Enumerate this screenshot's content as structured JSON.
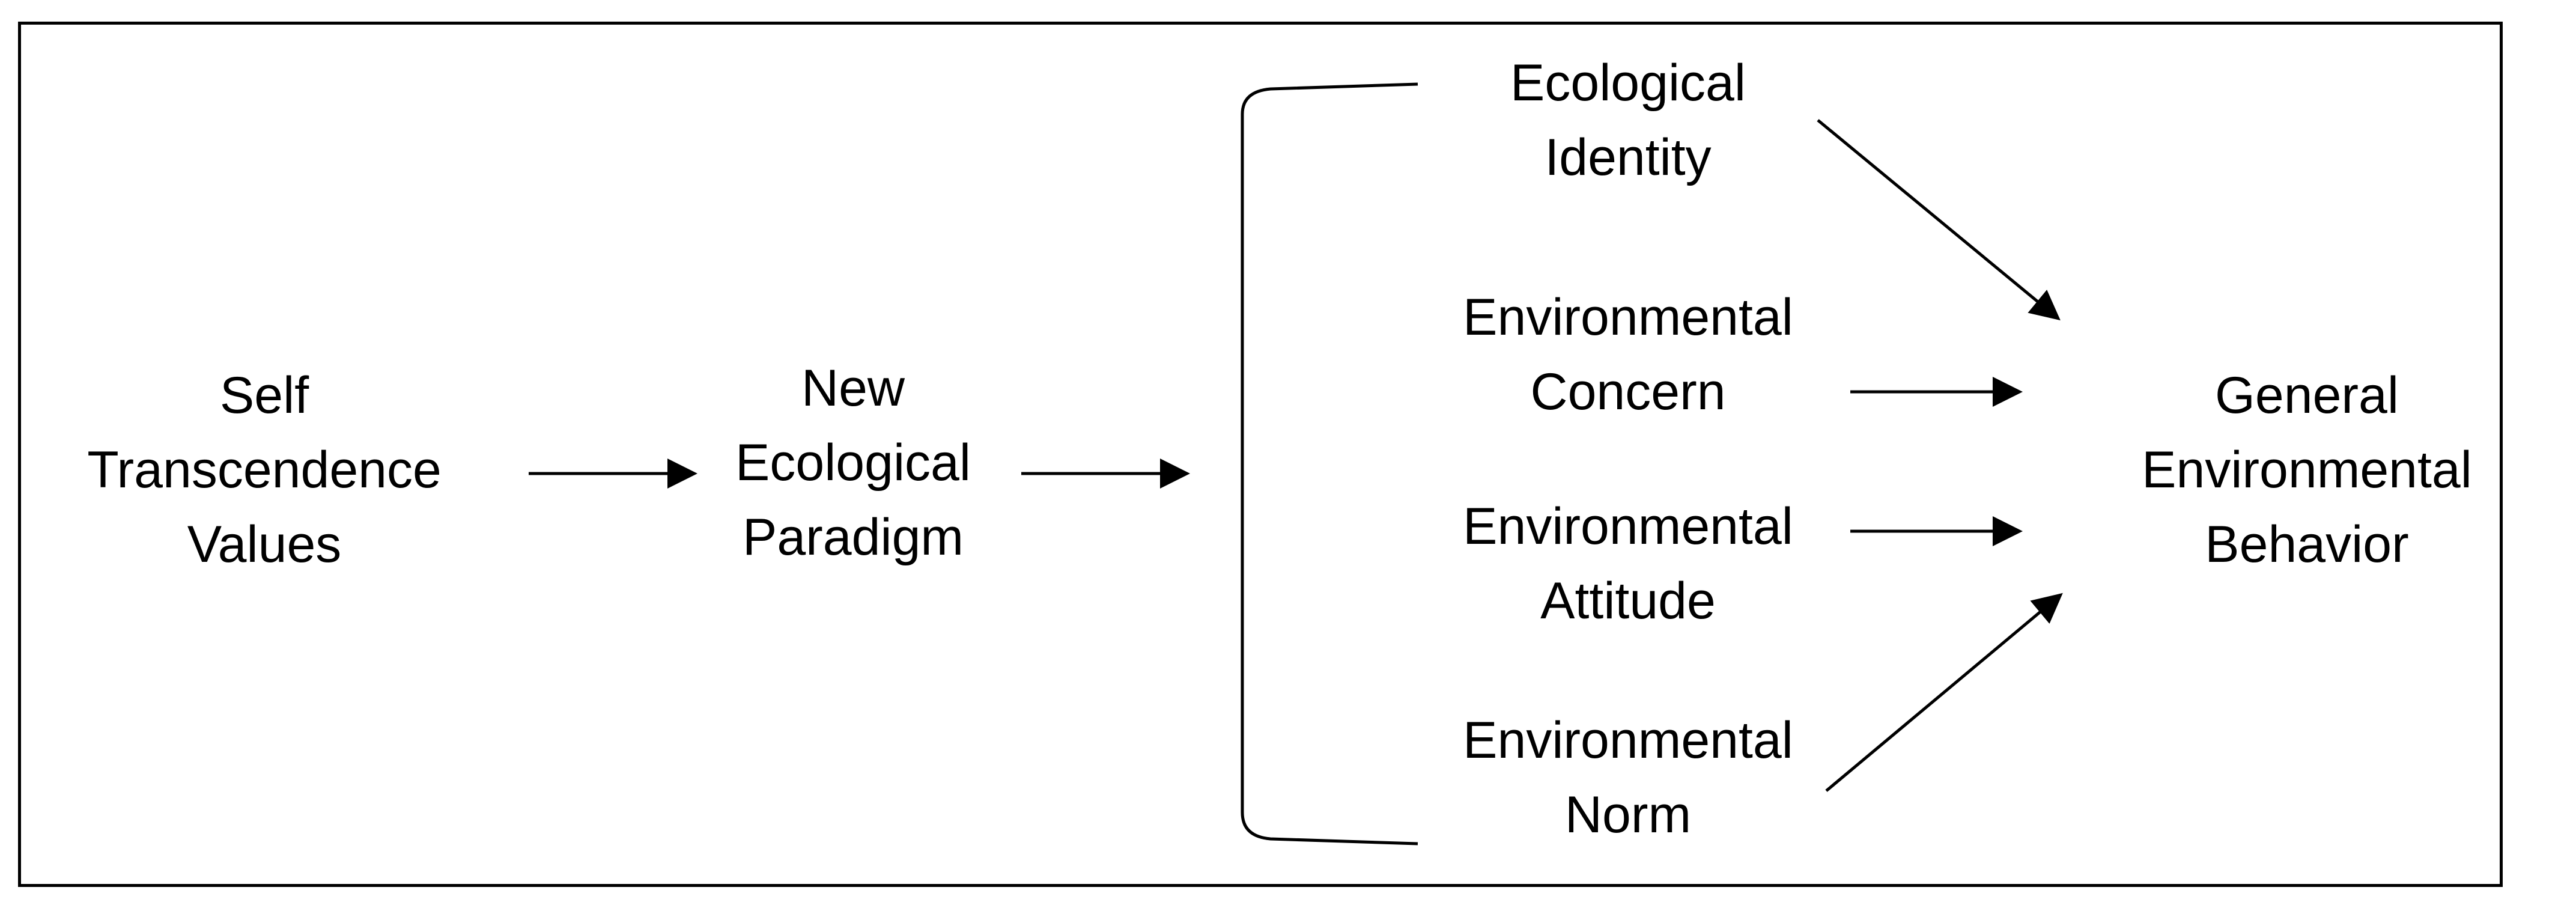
{
  "diagram": {
    "nodes": [
      {
        "id": "self_transcendence",
        "lines": [
          "Self",
          "Transcendence",
          "Values"
        ]
      },
      {
        "id": "nep",
        "lines": [
          "New",
          "Ecological",
          "Paradigm"
        ]
      },
      {
        "id": "ecological_identity",
        "lines": [
          "Ecological",
          "Identity"
        ]
      },
      {
        "id": "environmental_concern",
        "lines": [
          "Environmental",
          "Concern"
        ]
      },
      {
        "id": "environmental_attitude",
        "lines": [
          "Environmental",
          "Attitude"
        ]
      },
      {
        "id": "environmental_norm",
        "lines": [
          "Environmental",
          "Norm"
        ]
      },
      {
        "id": "general_behavior",
        "lines": [
          "General",
          "Environmental",
          "Behavior"
        ]
      }
    ],
    "edges": [
      {
        "from": "self_transcendence",
        "to": "nep"
      },
      {
        "from": "nep",
        "to": "mediators_group"
      },
      {
        "from": "ecological_identity",
        "to": "general_behavior"
      },
      {
        "from": "environmental_concern",
        "to": "general_behavior"
      },
      {
        "from": "environmental_attitude",
        "to": "general_behavior"
      },
      {
        "from": "environmental_norm",
        "to": "general_behavior"
      }
    ],
    "colors": {
      "stroke": "#000000",
      "text": "#000000",
      "background": "#ffffff"
    }
  }
}
